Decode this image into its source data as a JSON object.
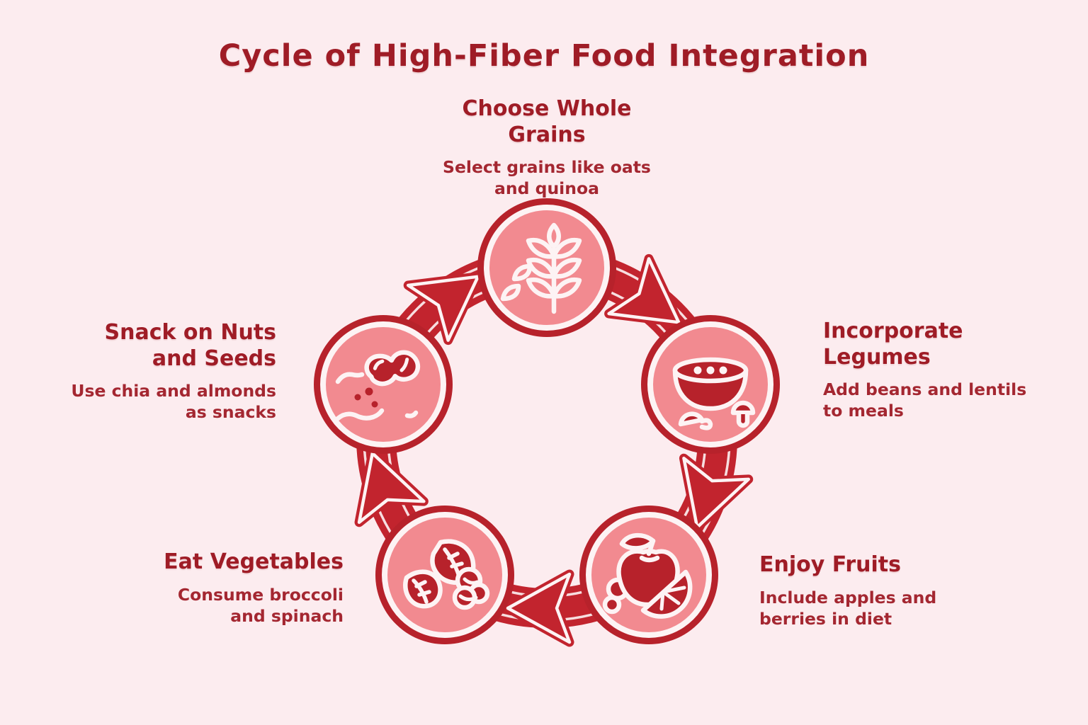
{
  "title": "Cycle of High-Fiber Food Integration",
  "palette": {
    "background": "#fcecef",
    "heading_text": "#9f1c26",
    "body_text": "#a42731",
    "ring_and_arrow_red": "#c2242e",
    "node_border_red": "#b7222b",
    "node_fill_salmon": "#f28a90",
    "icon_line_white": "#fdf3f4"
  },
  "cycle_direction": "clockwise",
  "nodes": [
    {
      "id": "whole-grains",
      "position": "top",
      "icon": "wheat-icon",
      "heading": "Choose Whole\nGrains",
      "description": "Select grains like oats\nand quinoa"
    },
    {
      "id": "legumes",
      "position": "right",
      "icon": "legume-bowl-icon",
      "heading": "Incorporate\nLegumes",
      "description": "Add beans and lentils\nto meals"
    },
    {
      "id": "fruits",
      "position": "bottom-right",
      "icon": "fruits-icon",
      "heading": "Enjoy Fruits",
      "description": "Include apples and\nberries in diet"
    },
    {
      "id": "vegetables",
      "position": "bottom-left",
      "icon": "vegetables-icon",
      "heading": "Eat Vegetables",
      "description": "Consume broccoli\nand spinach"
    },
    {
      "id": "nuts-seeds",
      "position": "left",
      "icon": "peanut-seeds-icon",
      "heading": "Snack on Nuts\nand Seeds",
      "description": "Use chia and almonds\nas snacks"
    }
  ]
}
